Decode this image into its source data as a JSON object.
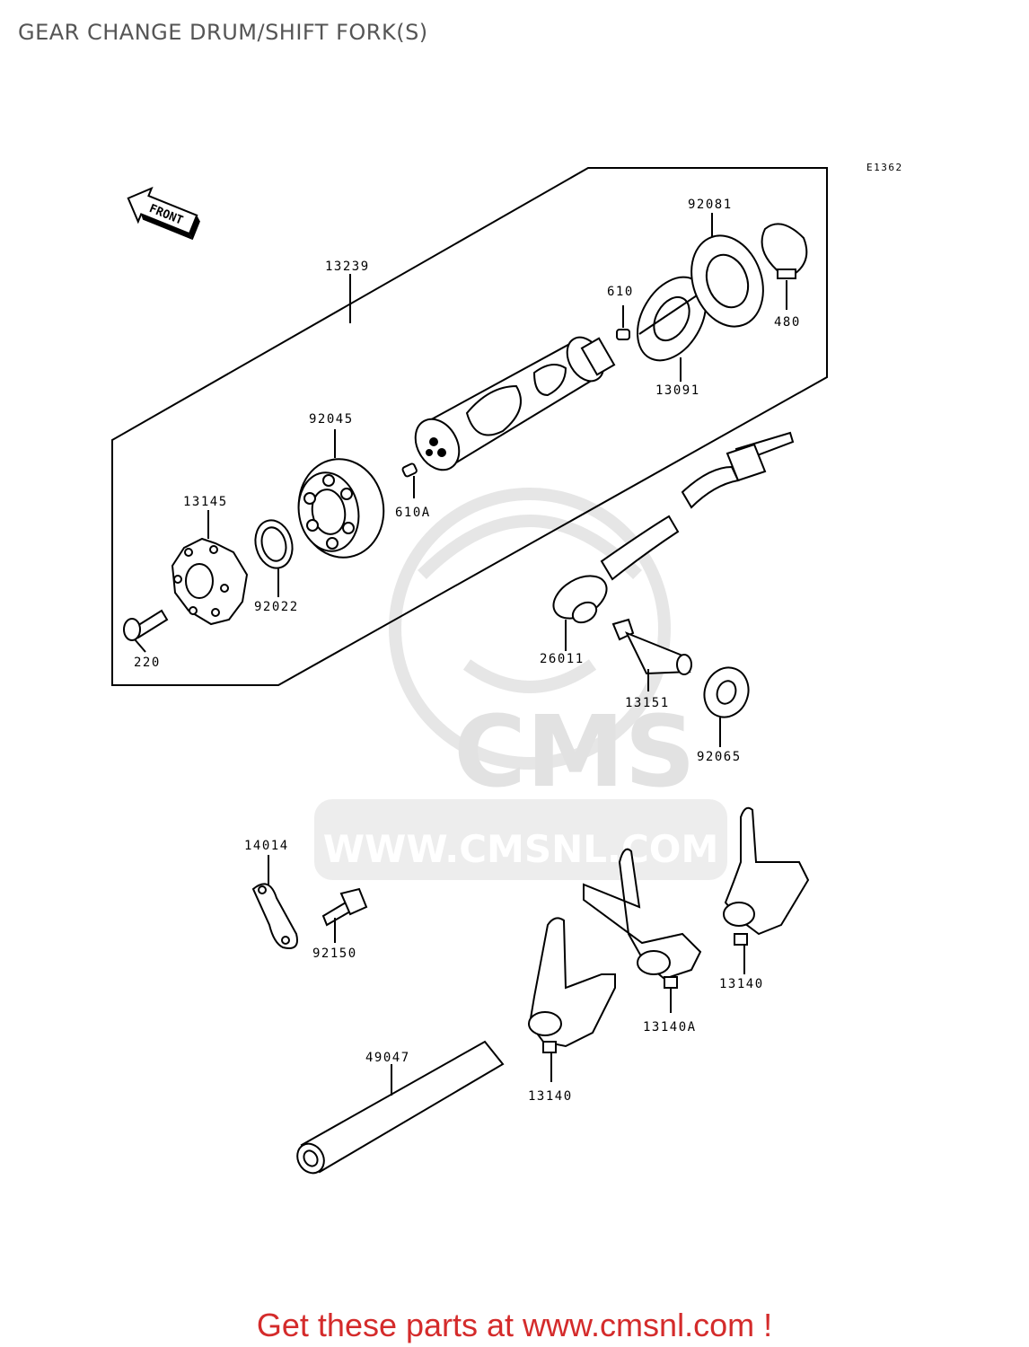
{
  "title": "GEAR CHANGE DRUM/SHIFT FORK(S)",
  "diagram_code": "E1362",
  "front_label": "FRONT",
  "watermark": {
    "brand": "CMS",
    "url": "WWW.CMSNL.COM"
  },
  "parts": [
    {
      "number": "13239"
    },
    {
      "number": "92081"
    },
    {
      "number": "480"
    },
    {
      "number": "610"
    },
    {
      "number": "13091"
    },
    {
      "number": "92045"
    },
    {
      "number": "610A"
    },
    {
      "number": "13145"
    },
    {
      "number": "92022"
    },
    {
      "number": "220"
    },
    {
      "number": "26011"
    },
    {
      "number": "13151"
    },
    {
      "number": "92065"
    },
    {
      "number": "14014"
    },
    {
      "number": "92150"
    },
    {
      "number": "13140"
    },
    {
      "number": "13140A"
    },
    {
      "number": "13140"
    },
    {
      "number": "49047"
    }
  ],
  "footer": "Get these parts at www.cmsnl.com !",
  "colors": {
    "footer": "#d42b2b",
    "title": "#555555",
    "watermark": "#e6e6e6"
  }
}
